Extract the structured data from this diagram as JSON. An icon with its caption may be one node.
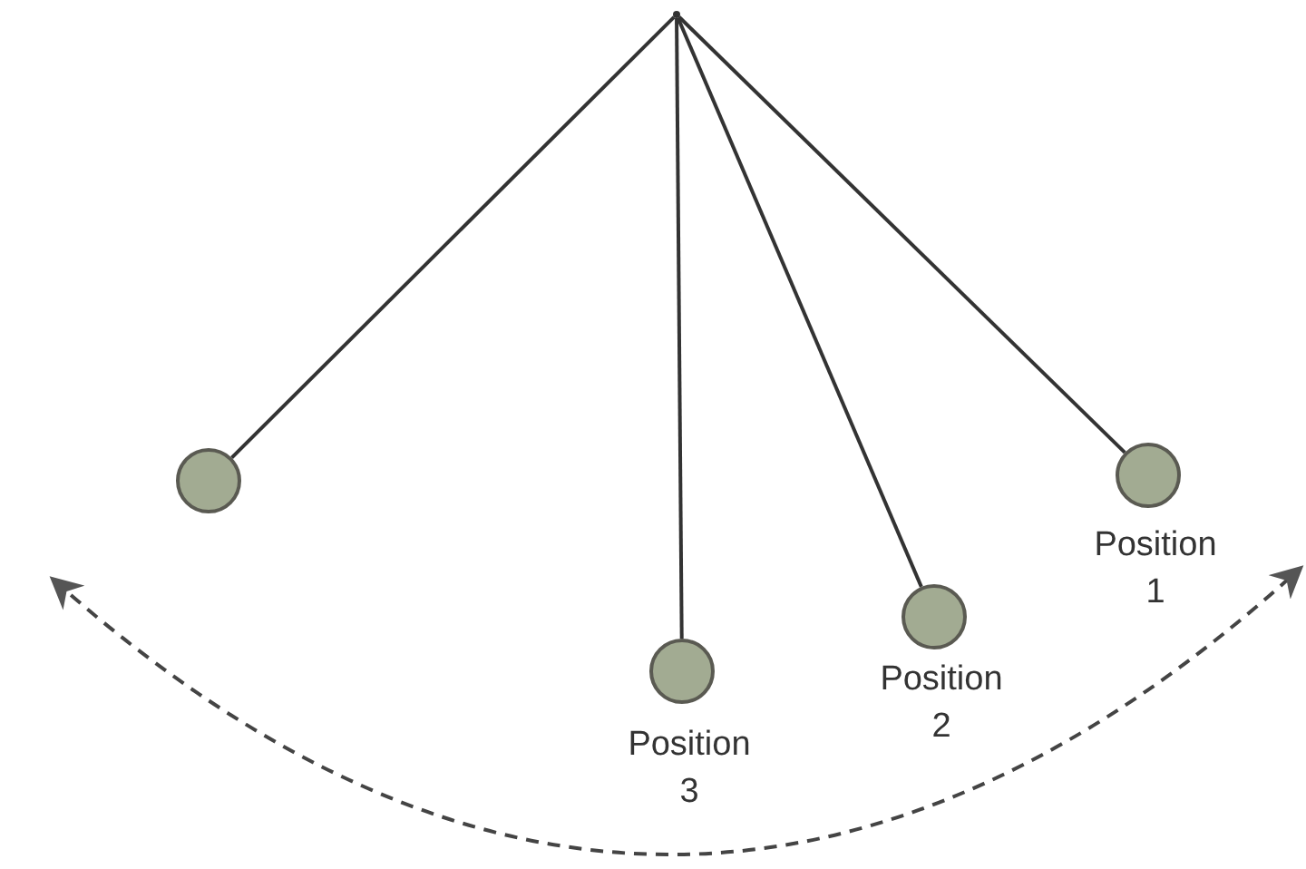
{
  "diagram": {
    "nodes": [
      {
        "text": [],
        "shape": "point"
      },
      {
        "text": [],
        "shape": "circle"
      },
      {
        "text": [],
        "shape": "circle",
        "beside": [
          "Position 3"
        ]
      },
      {
        "text": [],
        "shape": "circle",
        "beside": [
          "Position 2"
        ]
      },
      {
        "text": [],
        "shape": "circle",
        "beside": [
          "Position 1"
        ]
      }
    ],
    "edges": [
      {
        "from": 0,
        "to": 1,
        "arrow": "none"
      },
      {
        "from": 0,
        "to": 2,
        "arrow": "none"
      },
      {
        "from": 0,
        "to": 3,
        "arrow": "none"
      },
      {
        "from": 0,
        "to": 4,
        "arrow": "none"
      }
    ]
  }
}
